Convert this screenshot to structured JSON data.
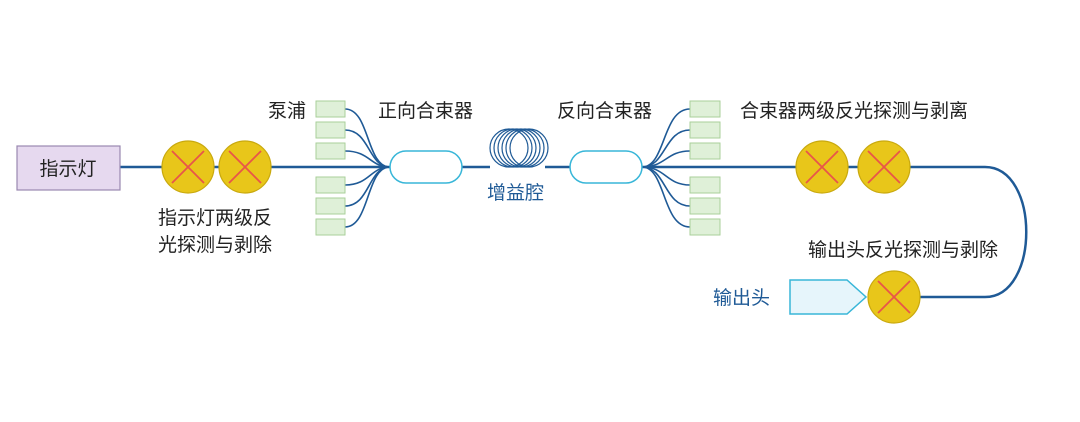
{
  "colors": {
    "fiber": "#1f5a96",
    "indicator_box_fill": "#e6d9ef",
    "indicator_box_stroke": "#9a88b0",
    "stripper_fill": "#e8c61a",
    "stripper_stroke": "#c9a90e",
    "stripper_cross": "#e8554a",
    "combiner_stroke": "#38b6d8",
    "pump_fill": "#dff0d8",
    "pump_stroke": "#a9cf9a",
    "output_head_fill": "#e6f5fb",
    "output_head_stroke": "#38b6d8",
    "label_text": "#222222",
    "blue_text": "#1f5a96"
  },
  "labels": {
    "indicator_light": "指示灯",
    "indicator_backlight_line1": "指示灯两级反",
    "indicator_backlight_line2": "光探测与剥除",
    "pump": "泵浦",
    "forward_combiner": "正向合束器",
    "gain_cavity": "增益腔",
    "backward_combiner": "反向合束器",
    "combiner_backlight": "合束器两级反光探测与剥离",
    "output_backlight": "输出头反光探测与剥除",
    "output_head": "输出头"
  }
}
